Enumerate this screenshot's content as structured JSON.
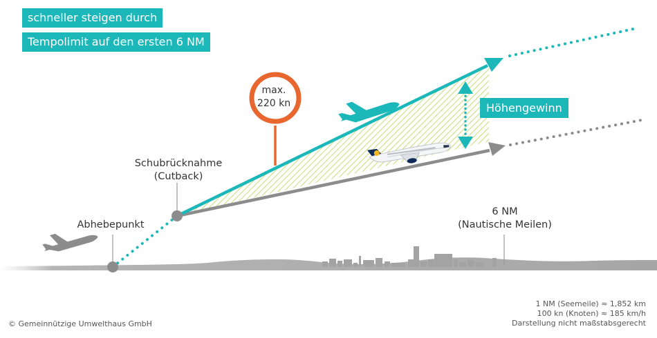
{
  "headline": {
    "line1": "schneller steigen durch",
    "line2": "Tempolimit auf den ersten 6 NM"
  },
  "labels": {
    "cutback_line1": "Schubrücknahme",
    "cutback_line2": "(Cutback)",
    "liftoff": "Abhebepunkt",
    "distance_line1": "6 NM",
    "distance_line2": "(Nautische Meilen)",
    "speed_limit_line1": "max.",
    "speed_limit_line2": "220 kn",
    "altitude_gain": "Höhengewinn"
  },
  "footer": {
    "copyright": "© Gemeinnützige Umwelthaus GmbH",
    "note1": "1 NM (Seemeile) ≈ 1,852 km",
    "note2": "100 kn (Knoten) ≈ 185 km/h",
    "note3": "Darstellung nicht maßstabsgerecht"
  },
  "colors": {
    "teal": "#1bb7b9",
    "gray": "#8c8c8c",
    "orange": "#e8672e",
    "hatch": "#c9dc7a",
    "navy": "#0e2a56",
    "ground": "#a8a8a8"
  },
  "icons": {
    "takeoff_plane": "airplane-icon",
    "climbing_plane": "airplane-icon",
    "airliner": "lufthansa-aircraft-image"
  }
}
